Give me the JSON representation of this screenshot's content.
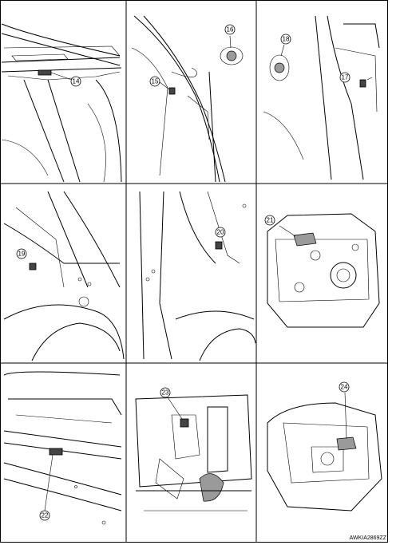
{
  "figure": {
    "code": "AWKIA2869ZZ",
    "panels": [
      {
        "id": "p1",
        "callouts": [
          "14"
        ]
      },
      {
        "id": "p2",
        "callouts": [
          "15",
          "16"
        ]
      },
      {
        "id": "p3",
        "callouts": [
          "18",
          "17"
        ]
      },
      {
        "id": "p4",
        "callouts": [
          "19"
        ]
      },
      {
        "id": "p5",
        "callouts": [
          "20"
        ]
      },
      {
        "id": "p6",
        "callouts": [
          "21"
        ]
      },
      {
        "id": "p7",
        "callouts": [
          "22"
        ]
      },
      {
        "id": "p8",
        "callouts": [
          "23"
        ]
      },
      {
        "id": "p9",
        "callouts": [
          "24"
        ]
      }
    ]
  }
}
